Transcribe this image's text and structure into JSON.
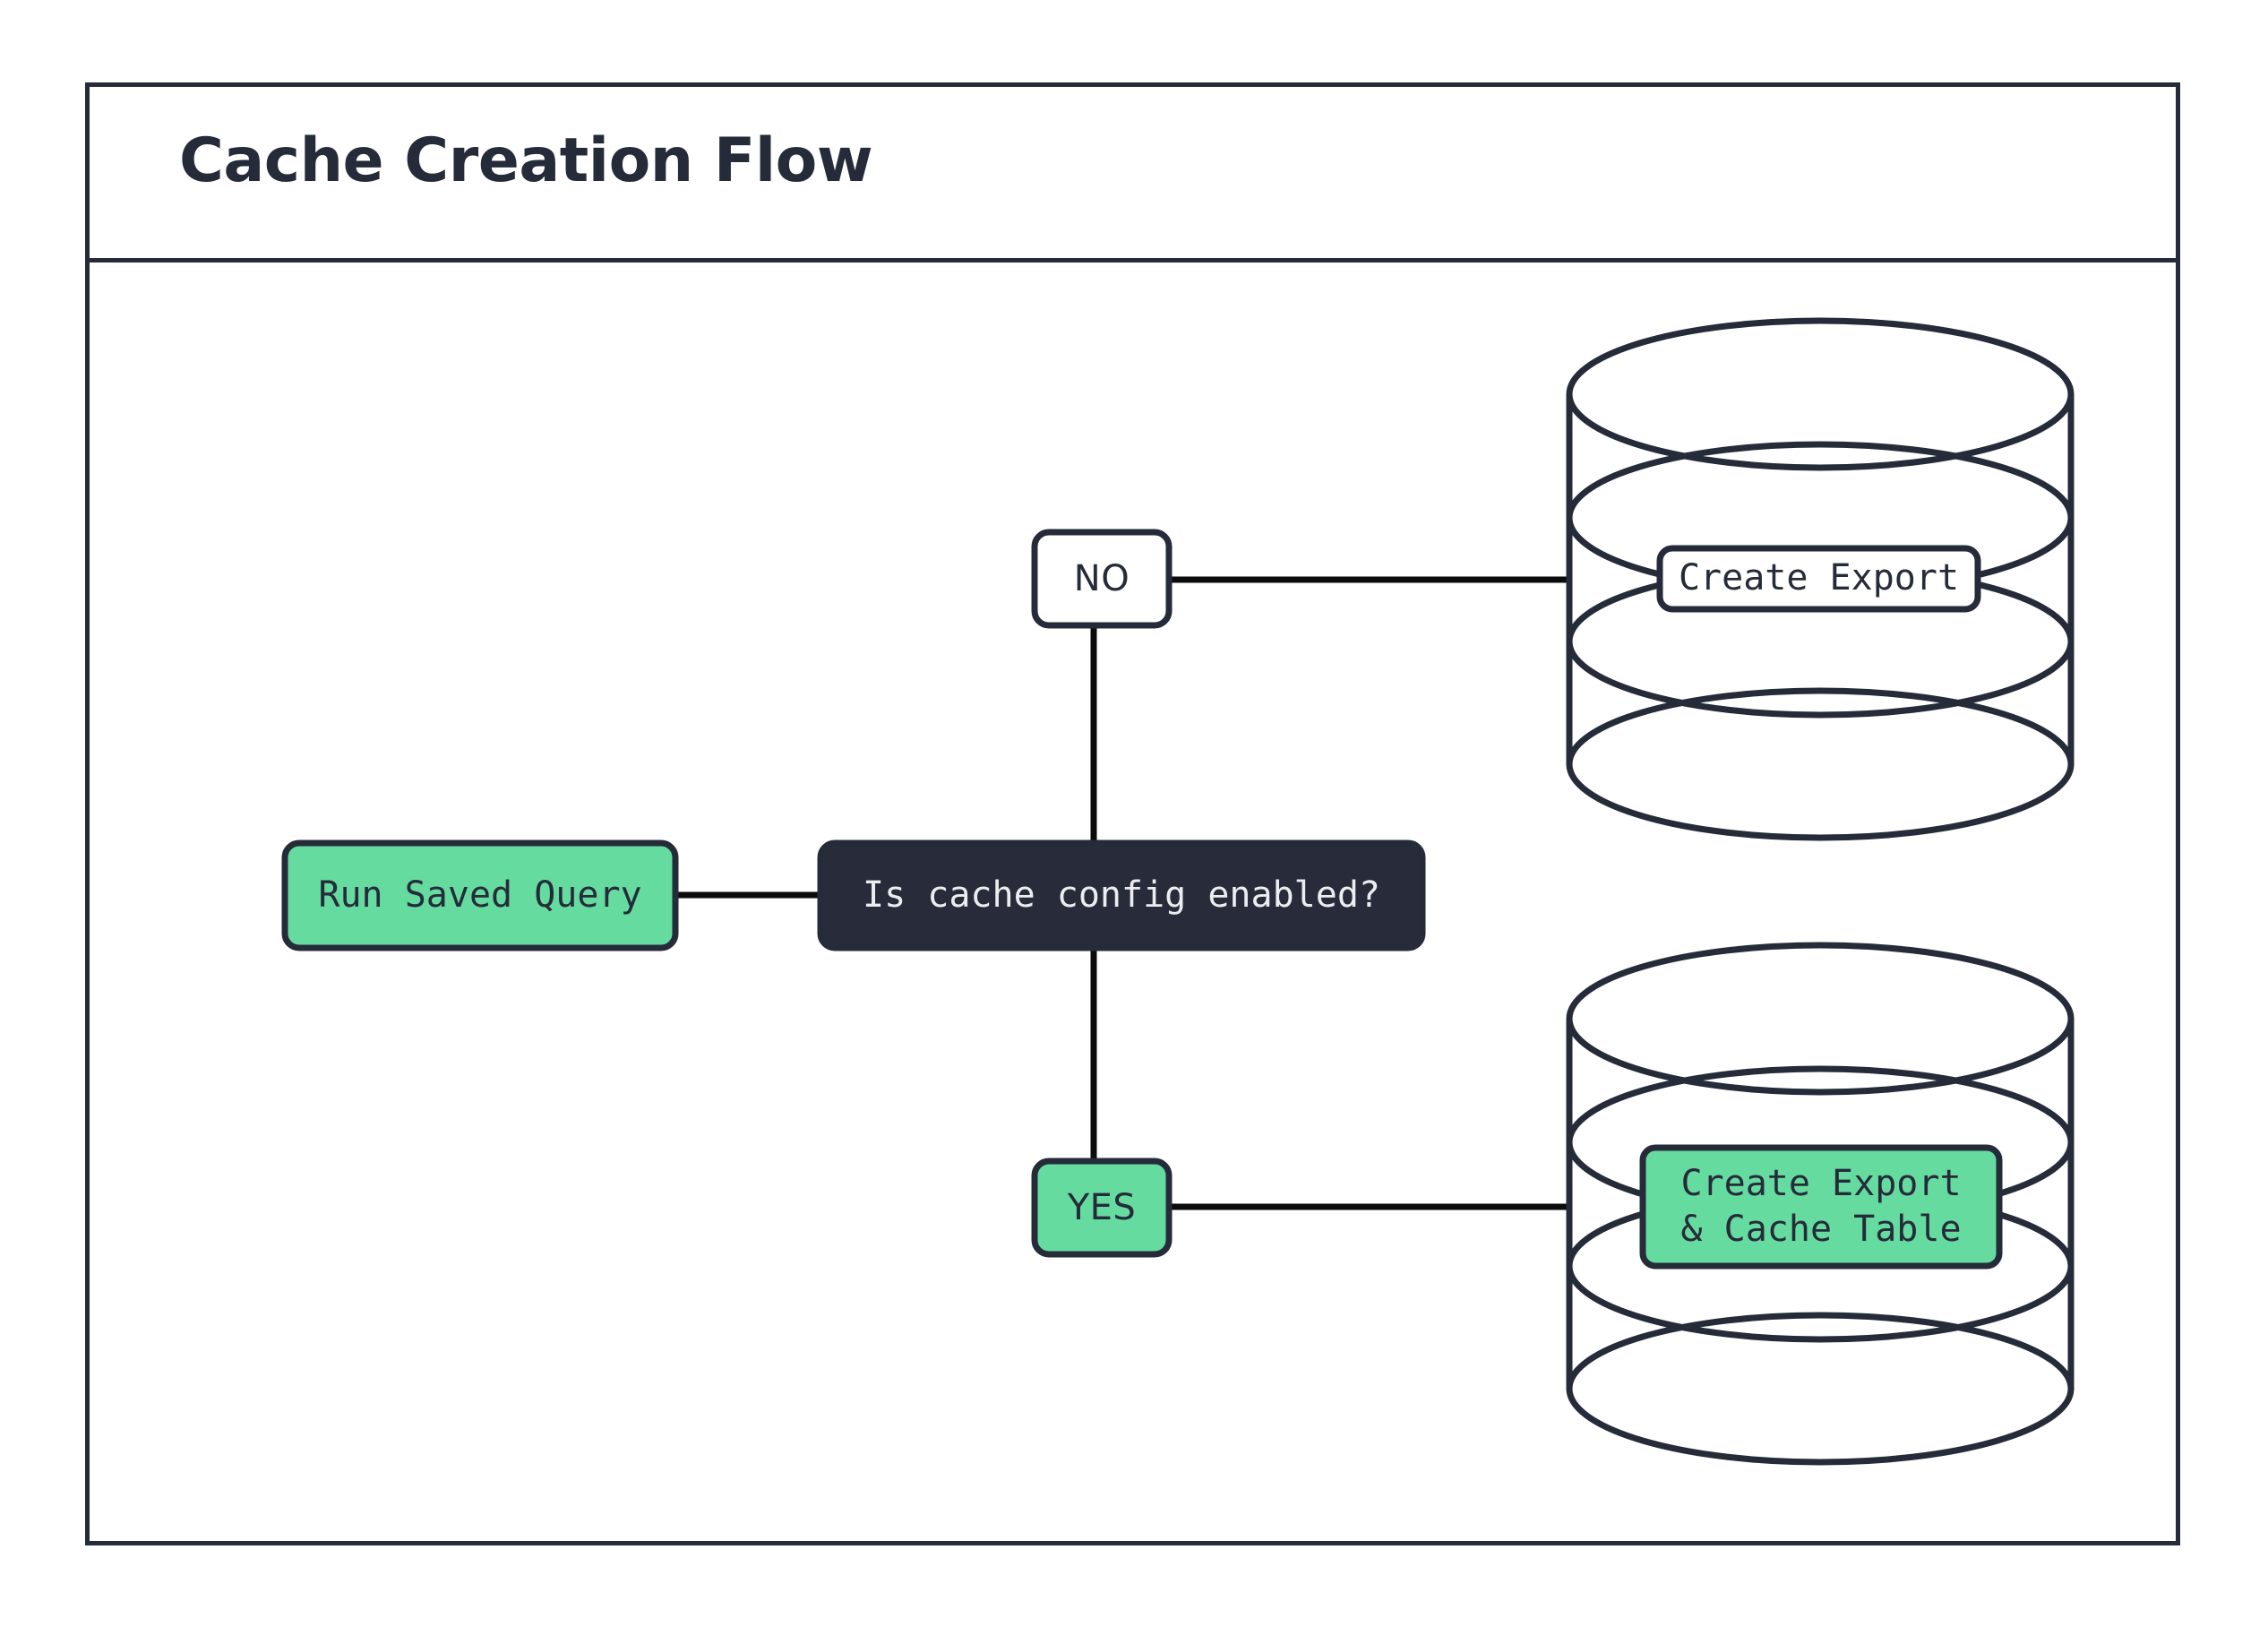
{
  "diagram": {
    "title": "Cache Creation Flow",
    "type": "flowchart",
    "colors": {
      "accent_green": "#65DBA0",
      "dark_node": "#282C3A",
      "stroke": "#262B3A",
      "white": "#FFFFFF",
      "dark_node_text": "#ECEDF1"
    },
    "nodes": [
      {
        "id": "run-saved-query",
        "label": "Run Saved Query",
        "shape": "rounded-rect",
        "fill": "#65DBA0",
        "text_color": "#262B3A"
      },
      {
        "id": "decision",
        "label": "Is cache config enabled?",
        "shape": "rounded-rect",
        "fill": "#282C3A",
        "text_color": "#ECEDF1"
      },
      {
        "id": "branch-no",
        "label": "NO",
        "shape": "rounded-rect",
        "fill": "#FFFFFF",
        "text_color": "#262B3A"
      },
      {
        "id": "branch-yes",
        "label": "YES",
        "shape": "rounded-rect",
        "fill": "#65DBA0",
        "text_color": "#262B3A"
      },
      {
        "id": "database-export",
        "label": "Create Export",
        "shape": "database-cylinder",
        "fill": "#FFFFFF",
        "text_color": "#262B3A"
      },
      {
        "id": "database-export-cache",
        "label": "Create Export\n& Cache Table",
        "label_line_1": "Create Export",
        "label_line_2": "& Cache Table",
        "shape": "database-cylinder",
        "fill": "#65DBA0",
        "text_color": "#262B3A"
      }
    ],
    "edges": [
      {
        "from": "run-saved-query",
        "to": "decision",
        "label": ""
      },
      {
        "from": "decision",
        "to": "branch-no",
        "label": "NO"
      },
      {
        "from": "decision",
        "to": "branch-yes",
        "label": "YES"
      },
      {
        "from": "branch-no",
        "to": "database-export",
        "label": ""
      },
      {
        "from": "branch-yes",
        "to": "database-export-cache",
        "label": ""
      }
    ]
  }
}
